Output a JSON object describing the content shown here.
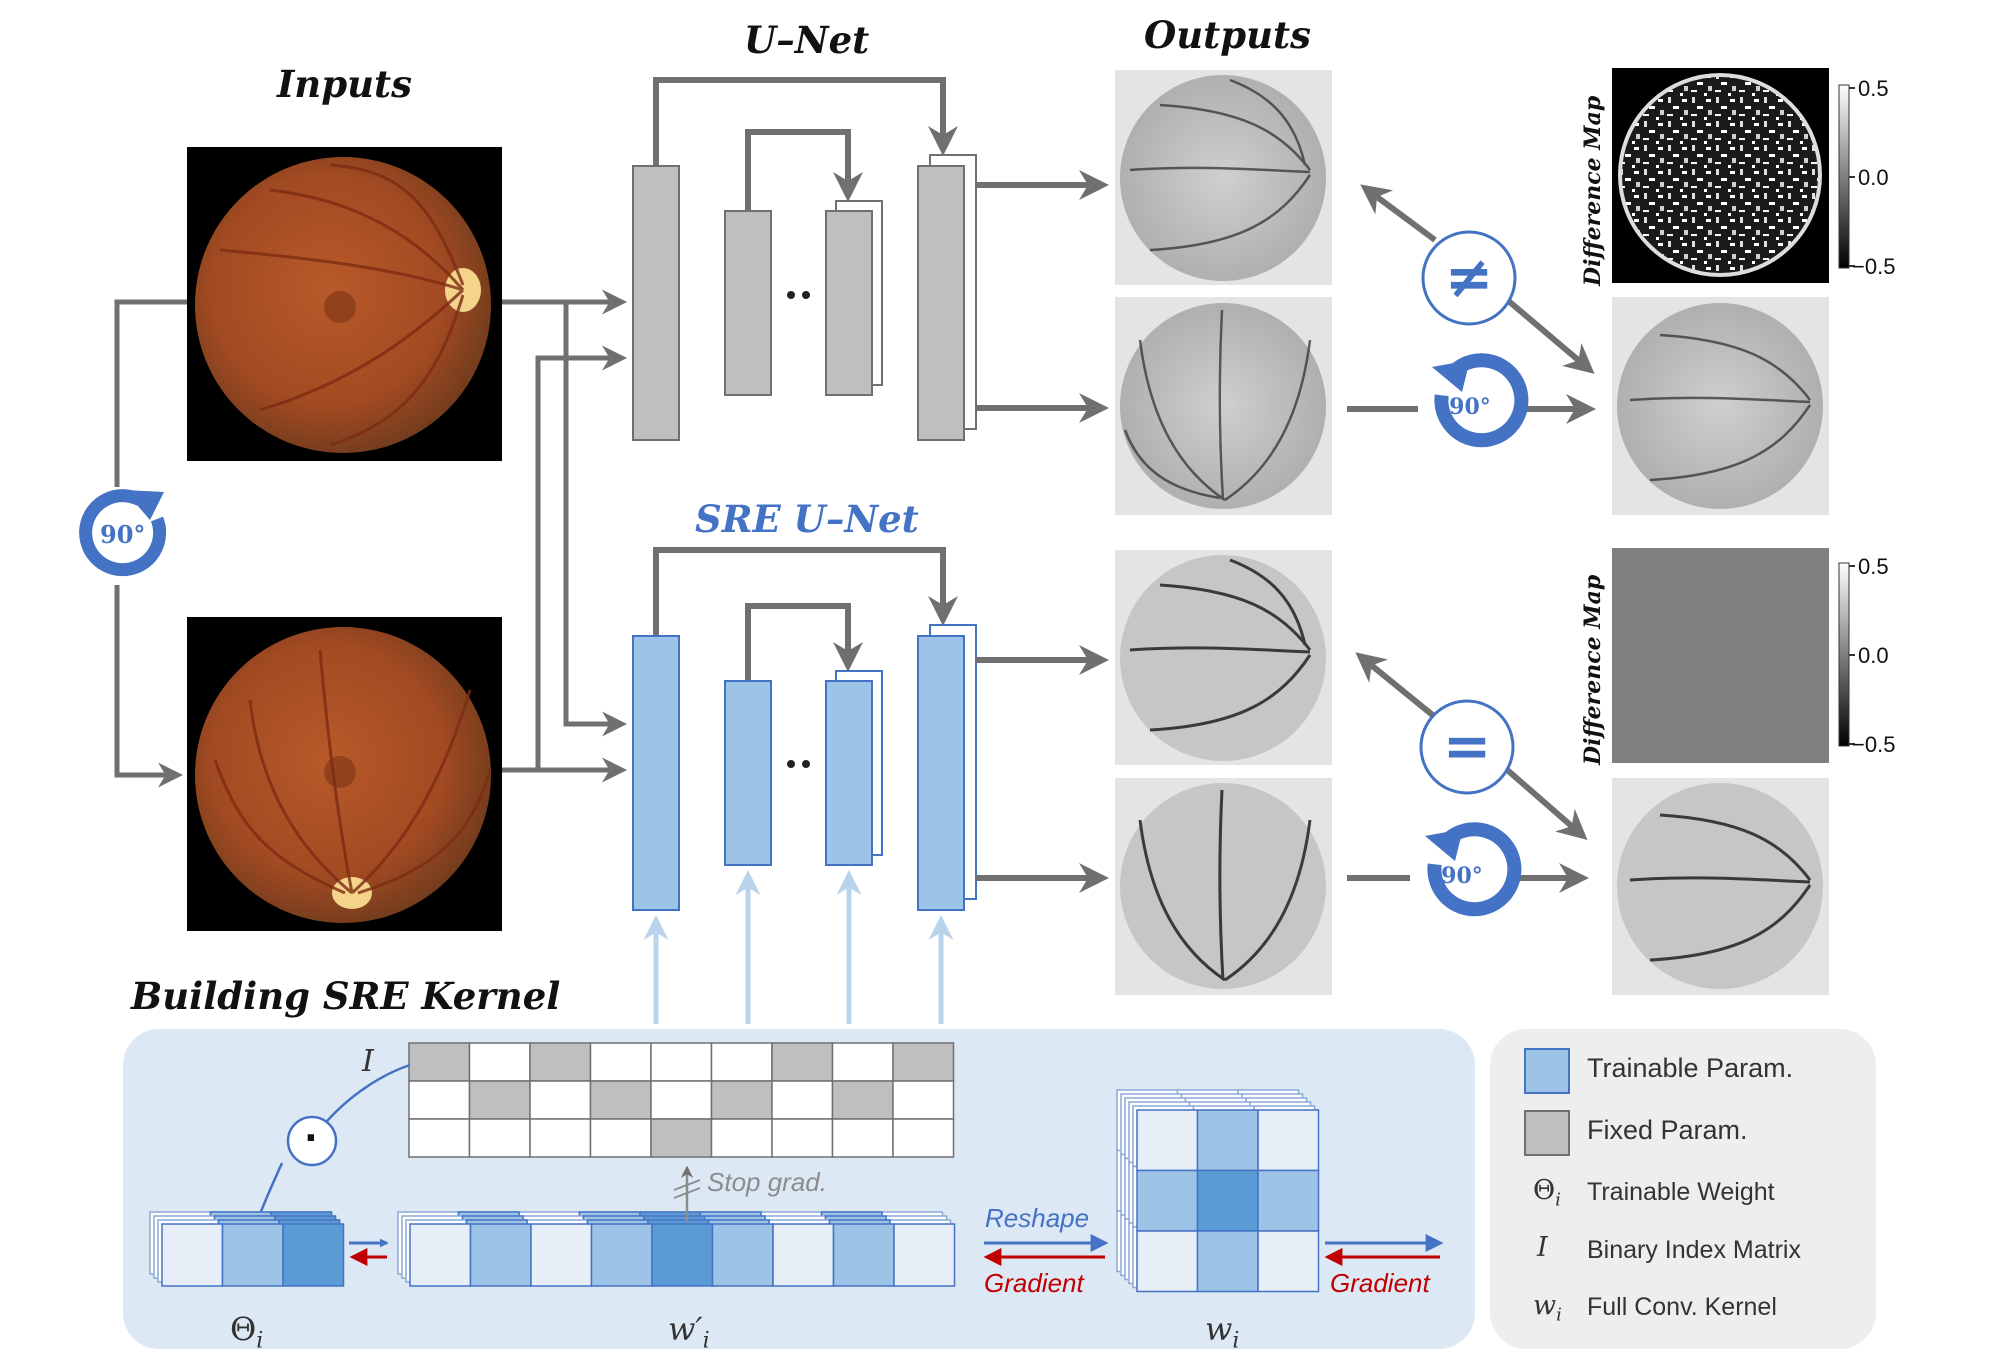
{
  "titles": {
    "inputs": "Inputs",
    "unet": "U–Net",
    "sre_unet": "SRE U–Net",
    "outputs": "Outputs",
    "building_kernel": "Building SRE Kernel"
  },
  "rotation_labels": {
    "input_rotation": "90°",
    "unet_output_rotation": "-90°",
    "sre_output_rotation": "-90°"
  },
  "comparison": {
    "unet_symbol": "≠",
    "sre_symbol": "="
  },
  "difference_maps": {
    "label": "Difference Map",
    "colorbar_ticks": [
      "0.5",
      "0.0",
      "−0.5"
    ]
  },
  "kernel": {
    "index_matrix_symbol": "I",
    "hadamard_symbol": "·",
    "stop_grad": "Stop grad.",
    "reshape": "Reshape",
    "gradient_1": "Gradient",
    "gradient_2": "Gradient",
    "theta_label": "Θ",
    "theta_sub": "i",
    "wprime_label": "w′",
    "wprime_sub": "i",
    "w_label": "w",
    "w_sub": "i",
    "index_pattern": [
      [
        1,
        0,
        1,
        0,
        0,
        0,
        1,
        0,
        1
      ],
      [
        0,
        1,
        0,
        1,
        0,
        1,
        0,
        1,
        0
      ],
      [
        0,
        0,
        0,
        0,
        1,
        0,
        0,
        0,
        0
      ]
    ]
  },
  "legend": {
    "trainable_param": "Trainable Param.",
    "fixed_param": "Fixed Param.",
    "theta_symbol": "Θ",
    "theta_sub": "i",
    "theta_desc": "Trainable Weight",
    "i_symbol": "I",
    "i_desc": "Binary Index Matrix",
    "w_symbol": "w",
    "w_sub": "i",
    "w_desc": "Full Conv. Kernel"
  },
  "colors": {
    "gray_block": "#bfbfbf",
    "blue_block": "#9dc3e6",
    "blue_accent": "#4472c4",
    "arrow_gray": "#707070",
    "red_gradient": "#c00000",
    "kernel_panel": "#dde8f5",
    "legend_panel": "#eeeeee"
  }
}
